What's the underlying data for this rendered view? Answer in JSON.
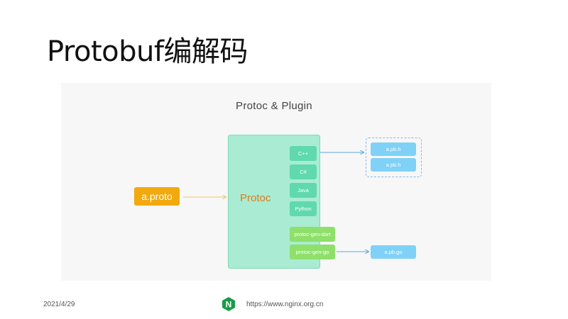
{
  "slide": {
    "title": "Protobuf编解码"
  },
  "diagram": {
    "title": "Protoc & Plugin",
    "input": "a.proto",
    "compiler": "Protoc",
    "language_plugins": [
      "C++",
      "C#",
      "Java",
      "Python"
    ],
    "gen_plugins": [
      "protoc-gen-dart",
      "protoc-gen-go"
    ],
    "cpp_outputs": [
      "a.pb.h",
      "a.pb.h"
    ],
    "go_output": "a.pb.go",
    "colors": {
      "input": "#f2a90d",
      "compiler": "#a9ecd3",
      "compiler_text": "#e07a1f",
      "language_plugin": "#5fd9ad",
      "gen_plugin": "#8ee06a",
      "output": "#7fd1f7",
      "input_arrow": "#f2c66b",
      "output_arrow": "#5aa8dc"
    }
  },
  "footer": {
    "date": "2021/4/29",
    "logo_letter": "N",
    "url": "https://www.nginx.org.cn"
  }
}
